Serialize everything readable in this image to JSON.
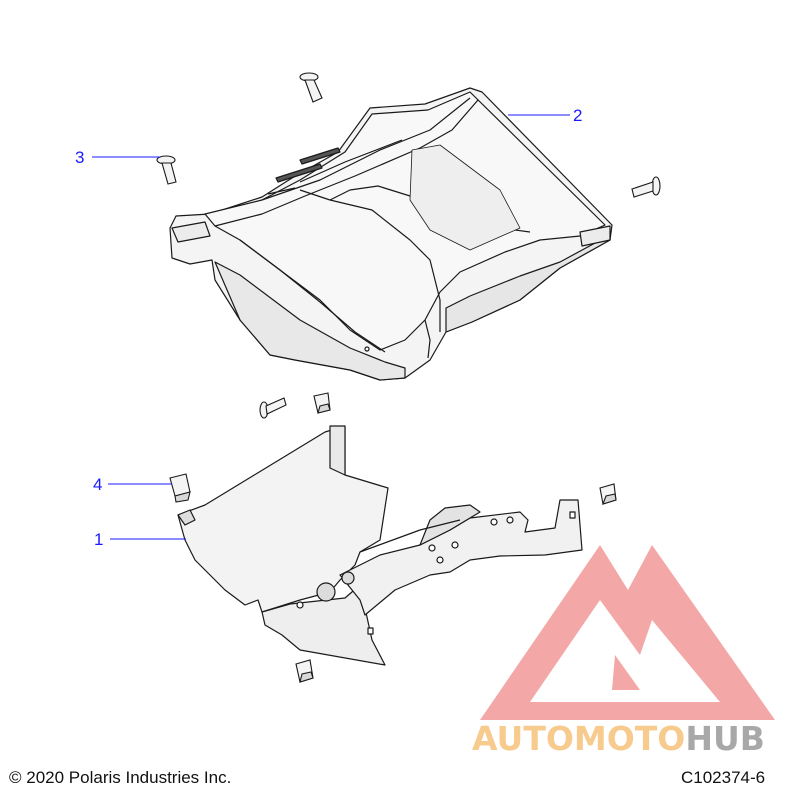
{
  "callouts": [
    {
      "label": "1"
    },
    {
      "label": "2"
    },
    {
      "label": "3"
    },
    {
      "label": "4"
    }
  ],
  "footer": {
    "copyright": "© 2020 Polaris Industries Inc.",
    "diagram_code": "C102374-6"
  },
  "watermark": {
    "text_part1": "AUTOMOTO",
    "text_part2": "HUB",
    "color_part1": "#f6c27a",
    "color_part2": "#9a9a9a",
    "logo_color": "#ef8a8a"
  },
  "colors": {
    "line": "#1a1a1a",
    "callout": "#1a1aff",
    "part_fill": "#f3f3f3"
  }
}
